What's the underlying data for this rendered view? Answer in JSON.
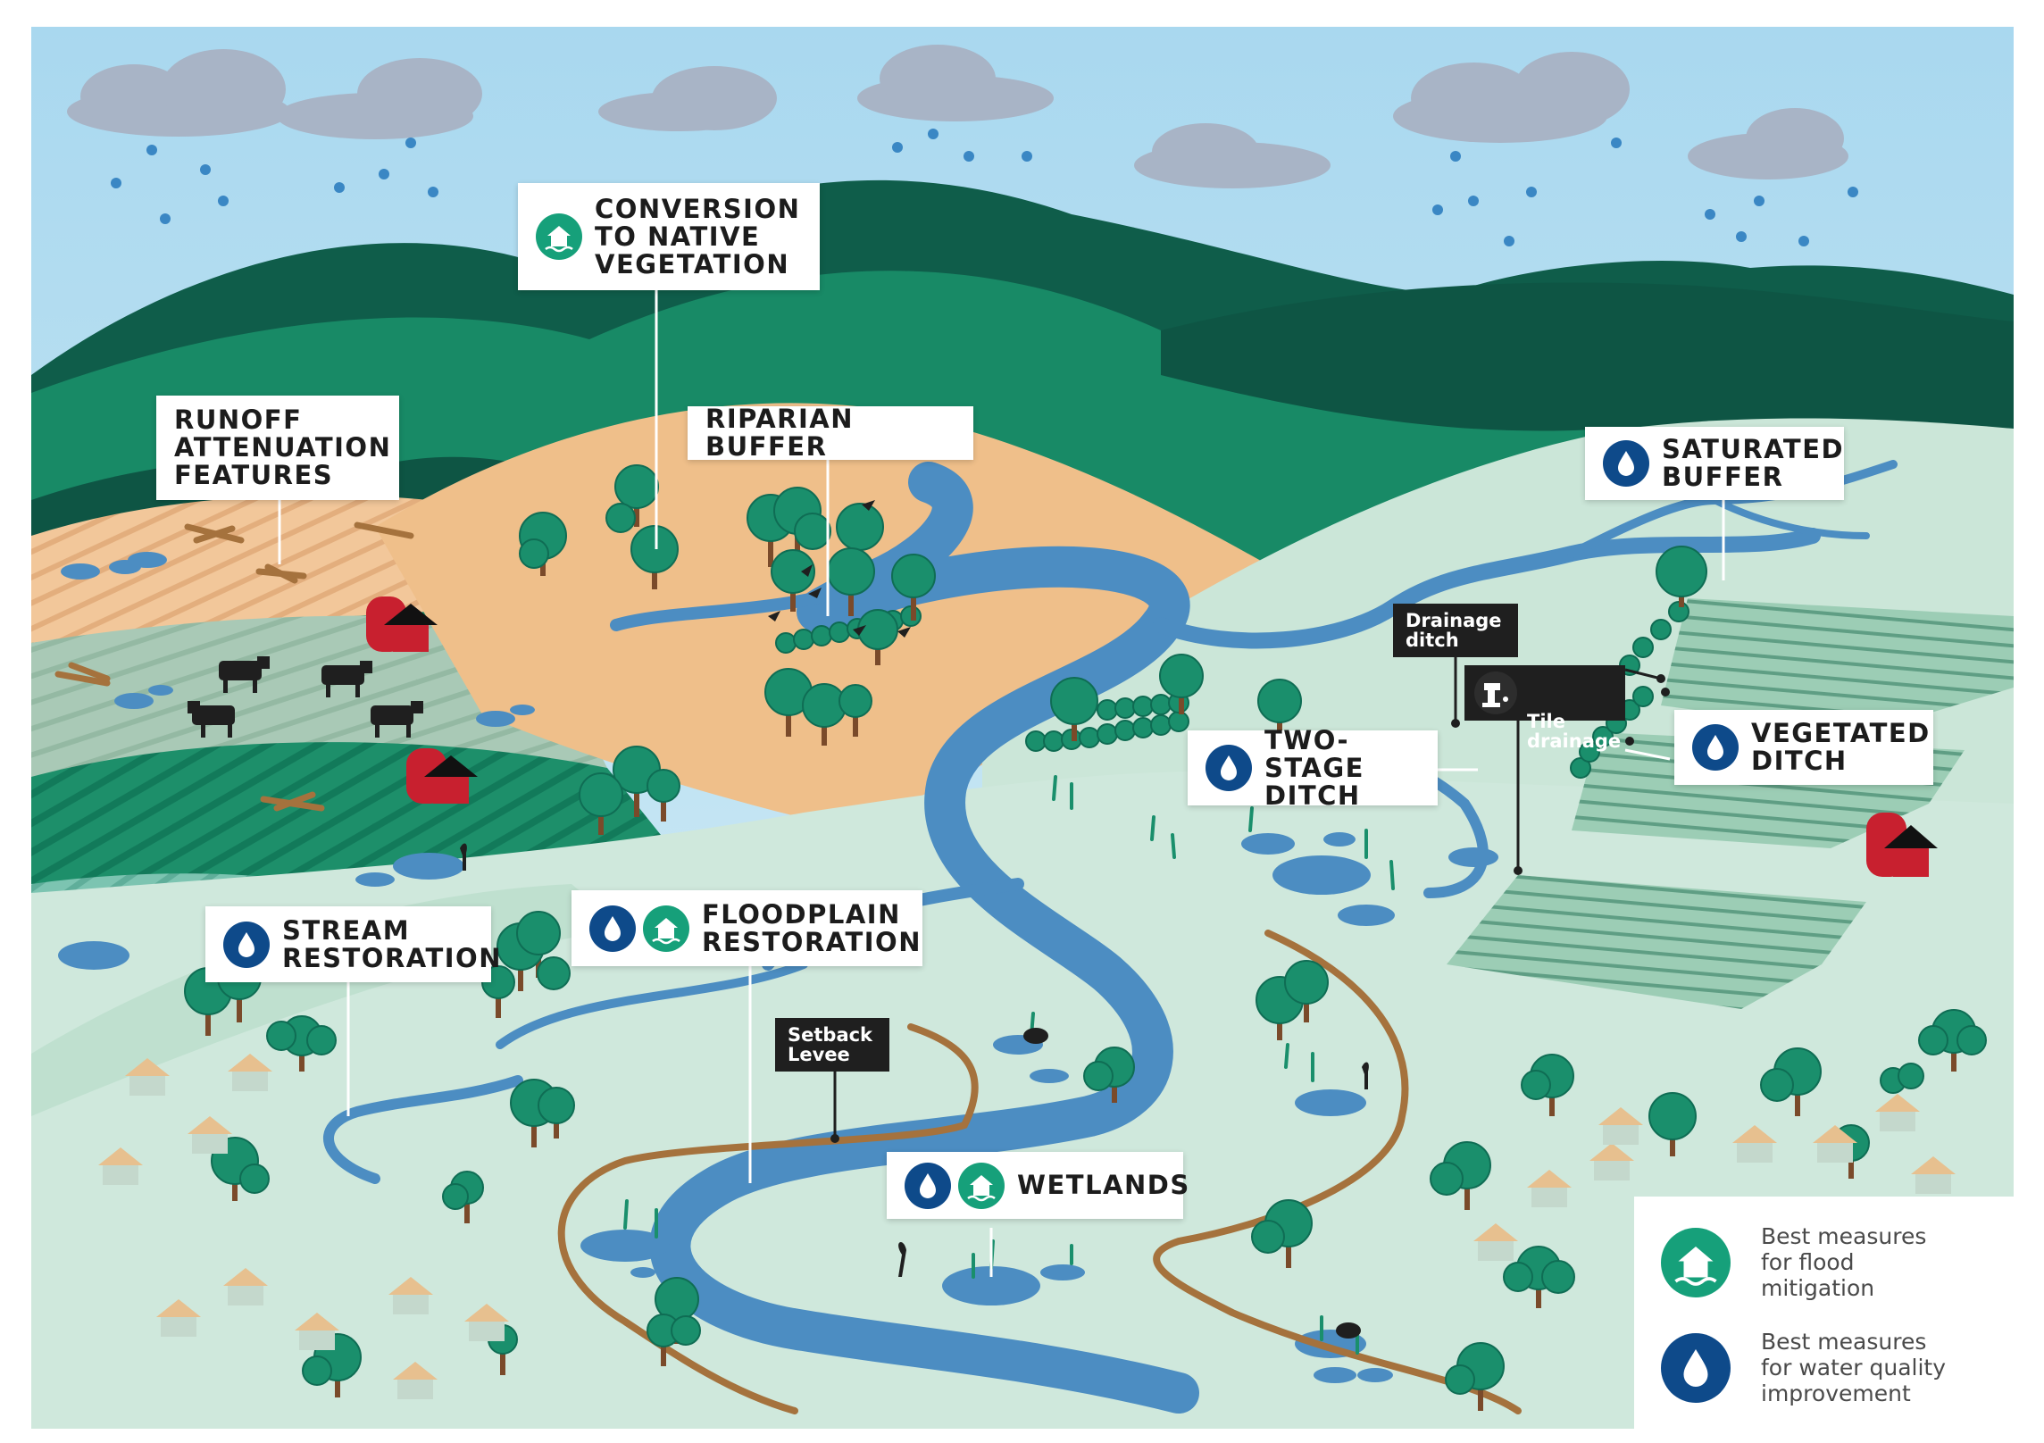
{
  "labels": {
    "conversion": "CONVERSION\nTO NATIVE\nVEGETATION",
    "runoff": "RUNOFF\nATTENUATION\nFEATURES",
    "riparian": "RIPARIAN BUFFER",
    "saturated": "SATURATED\nBUFFER",
    "drainage": "Drainage\nditch",
    "tile": "Tile\ndrainage",
    "two_stage": "TWO-STAGE\nDITCH",
    "vegetated": "VEGETATED\nDITCH",
    "stream": "STREAM\nRESTORATION",
    "floodplain": "FLOODPLAIN\nRESTORATION",
    "setback": "Setback\nLevee",
    "wetlands": "WETLANDS"
  },
  "legend": {
    "flood": "Best measures\nfor flood\nmitigation",
    "water": "Best measures\nfor water quality\nimprovement"
  },
  "colors": {
    "flood_icon": "#16a07a",
    "water_icon": "#0e4a8a",
    "river": "#4c8dc2",
    "sky": "#bfe3f2",
    "dark_hill": "#0f5d4a",
    "mid_hill": "#1a8f6c",
    "plain": "#cfe8dc",
    "barn": "#c8202f",
    "levee": "#a5723d"
  }
}
